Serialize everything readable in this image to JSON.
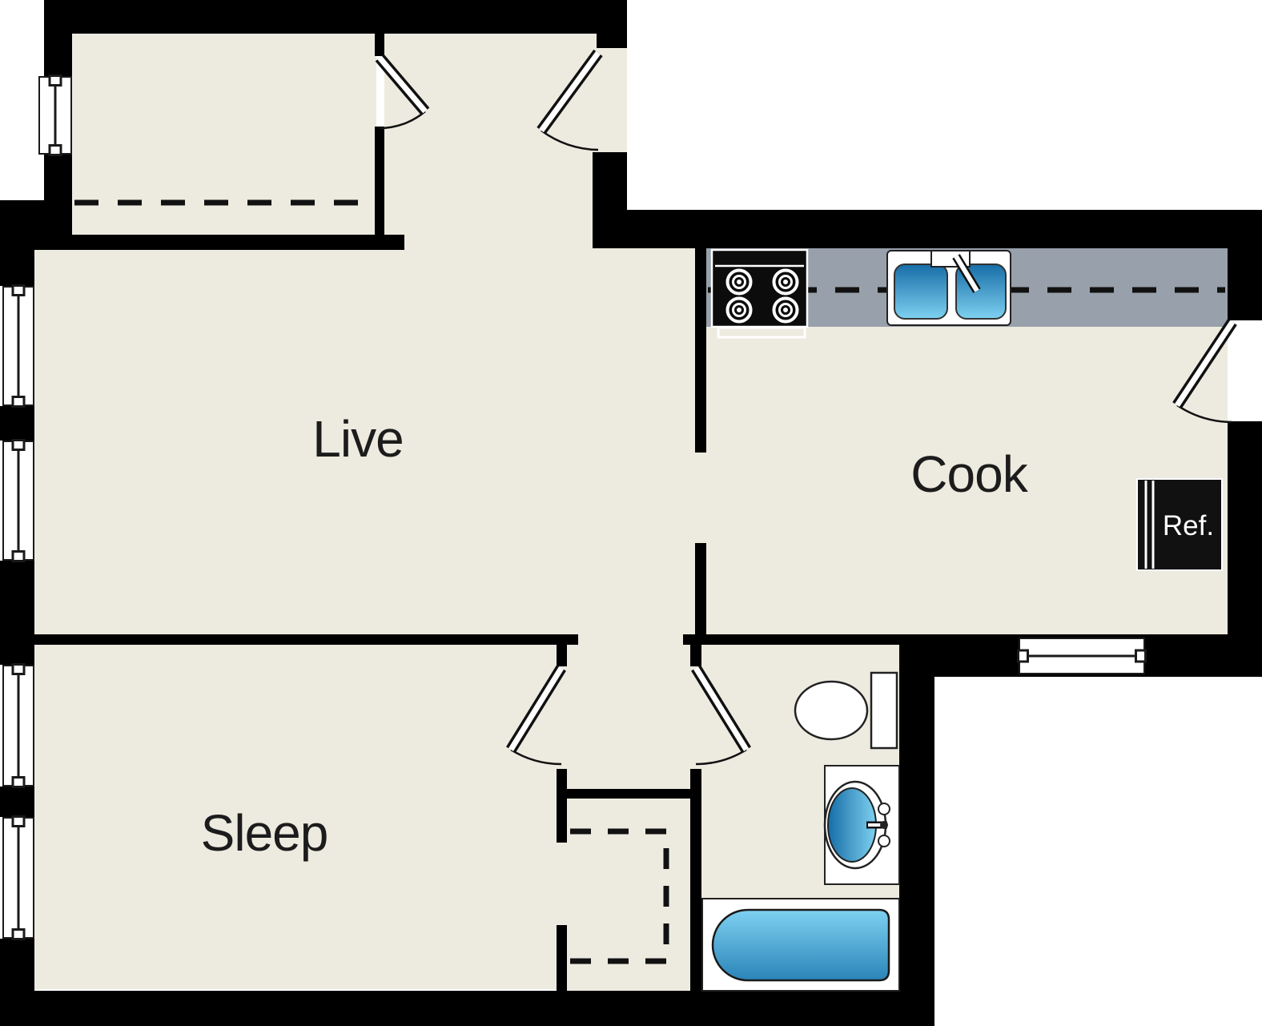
{
  "plan": {
    "name": "One-bedroom apartment floor plan",
    "rooms": [
      {
        "id": "live",
        "label": "Live"
      },
      {
        "id": "cook",
        "label": "Cook"
      },
      {
        "id": "sleep",
        "label": "Sleep"
      }
    ],
    "refrigerator_label": "Ref.",
    "features": {
      "windows": 6,
      "doors": 5,
      "closets": 2,
      "fixtures": [
        "stove-4-burner",
        "double-basin-sink",
        "refrigerator",
        "toilet",
        "vanity-sink",
        "bathtub"
      ]
    },
    "colors": {
      "wall": "#000000",
      "floor": "#edeadf",
      "counter": "#98a0ab",
      "outline": "#1a1a1a",
      "water_dark": "#176da7",
      "water_light": "#7ed1f0",
      "label_text": "#1c1c1c",
      "ref_text": "#ffffff"
    }
  }
}
